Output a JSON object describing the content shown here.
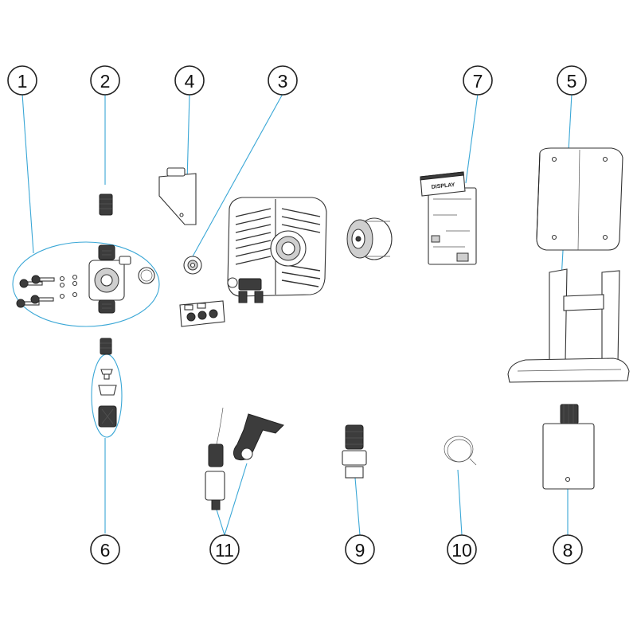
{
  "callouts": [
    {
      "id": "1",
      "label": "1"
    },
    {
      "id": "2",
      "label": "2"
    },
    {
      "id": "4",
      "label": "4"
    },
    {
      "id": "3",
      "label": "3"
    },
    {
      "id": "7",
      "label": "7"
    },
    {
      "id": "5",
      "label": "5"
    },
    {
      "id": "6",
      "label": "6"
    },
    {
      "id": "11",
      "label": "11"
    },
    {
      "id": "9",
      "label": "9"
    },
    {
      "id": "10",
      "label": "10"
    },
    {
      "id": "8",
      "label": "8"
    }
  ],
  "parts": {
    "display_label": "DISPLAY"
  },
  "colors": {
    "leader": "#3aa7d6",
    "outline": "#333333"
  }
}
